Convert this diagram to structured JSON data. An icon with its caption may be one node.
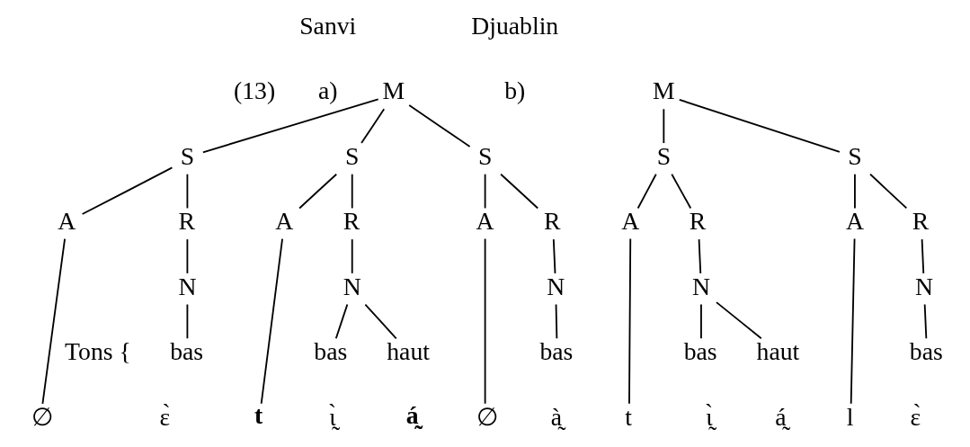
{
  "diagram": {
    "nodes": [
      {
        "text": [
          "M"
        ]
      },
      {
        "text": [
          "S"
        ]
      },
      {
        "text": [
          "S"
        ]
      },
      {
        "text": [
          "S"
        ]
      },
      {
        "text": [
          "A"
        ]
      },
      {
        "text": [
          "R"
        ]
      },
      {
        "text": [
          "A"
        ]
      },
      {
        "text": [
          "R"
        ]
      },
      {
        "text": [
          "A"
        ]
      },
      {
        "text": [
          "R"
        ]
      },
      {
        "text": [
          "N"
        ]
      },
      {
        "text": [
          "N"
        ]
      },
      {
        "text": [
          "N"
        ]
      },
      {
        "text": [
          "bas"
        ]
      },
      {
        "text": [
          "bas"
        ]
      },
      {
        "text": [
          "haut"
        ]
      },
      {
        "text": [
          "bas"
        ]
      },
      {
        "text": [
          "∅"
        ]
      },
      {
        "text": [
          "t"
        ]
      },
      {
        "text": [
          "∅"
        ]
      },
      {
        "text": [
          "M"
        ]
      },
      {
        "text": [
          "S"
        ]
      },
      {
        "text": [
          "S"
        ]
      },
      {
        "text": [
          "A"
        ]
      },
      {
        "text": [
          "R"
        ]
      },
      {
        "text": [
          "A"
        ]
      },
      {
        "text": [
          "R"
        ]
      },
      {
        "text": [
          "N"
        ]
      },
      {
        "text": [
          "N"
        ]
      },
      {
        "text": [
          "bas"
        ]
      },
      {
        "text": [
          "haut"
        ]
      },
      {
        "text": [
          "bas"
        ]
      },
      {
        "text": [
          "t"
        ]
      },
      {
        "text": [
          "l"
        ]
      }
    ],
    "edges": [
      {
        "from": 0,
        "to": 1,
        "arrow": "none"
      },
      {
        "from": 0,
        "to": 2,
        "arrow": "none"
      },
      {
        "from": 0,
        "to": 3,
        "arrow": "none"
      },
      {
        "from": 1,
        "to": 4,
        "arrow": "none"
      },
      {
        "from": 1,
        "to": 5,
        "arrow": "none"
      },
      {
        "from": 2,
        "to": 6,
        "arrow": "none"
      },
      {
        "from": 2,
        "to": 7,
        "arrow": "none"
      },
      {
        "from": 3,
        "to": 8,
        "arrow": "none"
      },
      {
        "from": 3,
        "to": 9,
        "arrow": "none"
      },
      {
        "from": 5,
        "to": 10,
        "arrow": "none"
      },
      {
        "from": 7,
        "to": 11,
        "arrow": "none"
      },
      {
        "from": 9,
        "to": 12,
        "arrow": "none"
      },
      {
        "from": 10,
        "to": 13,
        "arrow": "none"
      },
      {
        "from": 11,
        "to": 14,
        "arrow": "none"
      },
      {
        "from": 11,
        "to": 15,
        "arrow": "none"
      },
      {
        "from": 12,
        "to": 16,
        "arrow": "none"
      },
      {
        "from": 4,
        "to": 17,
        "arrow": "none"
      },
      {
        "from": 6,
        "to": 18,
        "arrow": "none"
      },
      {
        "from": 8,
        "to": 19,
        "arrow": "none"
      },
      {
        "from": 20,
        "to": 21,
        "arrow": "none"
      },
      {
        "from": 20,
        "to": 22,
        "arrow": "none"
      },
      {
        "from": 21,
        "to": 23,
        "arrow": "none"
      },
      {
        "from": 21,
        "to": 24,
        "arrow": "none"
      },
      {
        "from": 22,
        "to": 25,
        "arrow": "none"
      },
      {
        "from": 22,
        "to": 26,
        "arrow": "none"
      },
      {
        "from": 24,
        "to": 27,
        "arrow": "none"
      },
      {
        "from": 26,
        "to": 28,
        "arrow": "none"
      },
      {
        "from": 27,
        "to": 29,
        "arrow": "none"
      },
      {
        "from": 27,
        "to": 30,
        "arrow": "none"
      },
      {
        "from": 28,
        "to": 31,
        "arrow": "none"
      },
      {
        "from": 23,
        "to": 32,
        "arrow": "none"
      },
      {
        "from": 25,
        "to": 33,
        "arrow": "none"
      }
    ],
    "labels": [
      "Sanvi",
      "Djuablin",
      "(13)",
      "a)",
      "b)",
      "Tons {",
      "ɛ̀",
      "ɩ̰̀",
      "á̰",
      "à̰",
      "ɩ̰̀",
      "á̰",
      "ɛ̀"
    ]
  }
}
